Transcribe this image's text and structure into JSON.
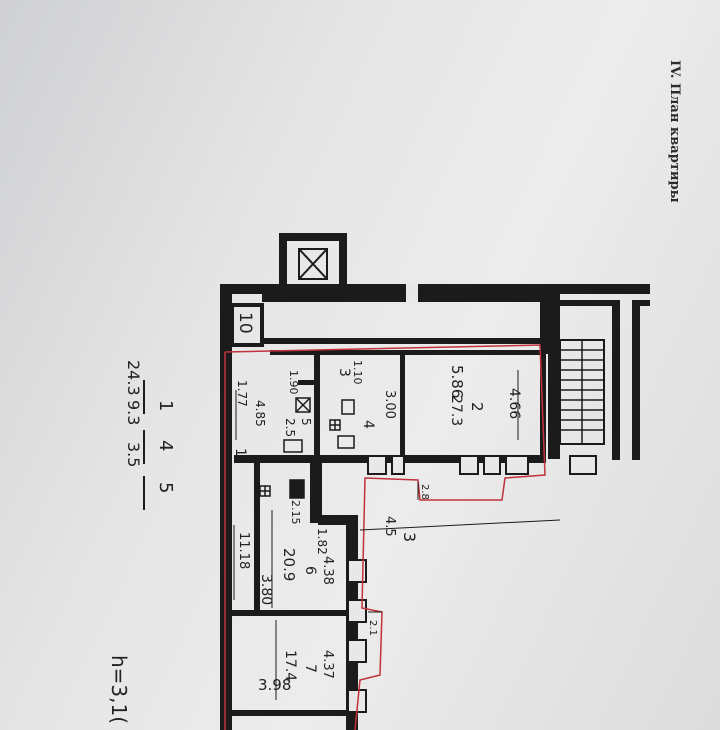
{
  "document": {
    "heading": "IV. План квартиры",
    "height_note": "h=3,1("
  },
  "summary": {
    "numerators": [
      "1",
      "4",
      "5"
    ],
    "denominators": [
      "24.3",
      "9.3",
      "3.5"
    ]
  },
  "rooms": [
    {
      "id": "1",
      "lines": [
        "1.77",
        "4.85",
        "1"
      ]
    },
    {
      "id": "wc",
      "lines": [
        "1.90",
        "5",
        "2.5"
      ]
    },
    {
      "id": "3",
      "lines": [
        "1.10",
        "3"
      ]
    },
    {
      "id": "4",
      "lines": [
        "4",
        "3.00"
      ]
    },
    {
      "id": "2",
      "lines": [
        "5.86",
        "2",
        "27.3",
        "4.66"
      ]
    },
    {
      "id": "6",
      "lines": [
        "2.15",
        "1.82",
        "4.38",
        "6",
        "20.9",
        "3.80",
        "11.18"
      ]
    },
    {
      "id": "7",
      "lines": [
        "4.37",
        "7",
        "17.4",
        "3.98"
      ]
    },
    {
      "id": "10",
      "lines": [
        "10"
      ]
    },
    {
      "id": "extra",
      "lines": [
        "3",
        "4.5"
      ]
    }
  ],
  "window_marks": [
    "2.8",
    "2.1"
  ],
  "colors": {
    "ink": "#1b1b1b",
    "paper": "#e8e8e8",
    "red_outline": "#c0323c",
    "heading": "#2c2c30"
  }
}
